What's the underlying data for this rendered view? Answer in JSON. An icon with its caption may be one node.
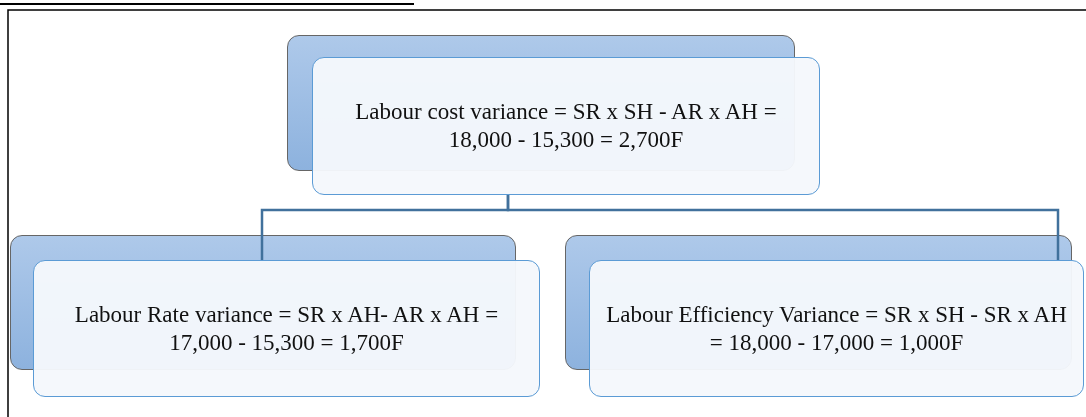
{
  "diagram": {
    "nodes": [
      {
        "text": [
          "Labour cost variance = SR x SH - AR x AH = 18,000 - 15,300 = 2,700F"
        ]
      },
      {
        "text": [
          "Labour Rate variance = SR x AH- AR x AH = 17,000 - 15,300 = 1,700F"
        ]
      },
      {
        "text": [
          "Labour Efficiency Variance = SR x SH - SR x AH = 18,000 - 17,000 = 1,000F"
        ]
      }
    ],
    "edges": [
      {
        "from": 0,
        "to": 1,
        "arrow": "none"
      },
      {
        "from": 0,
        "to": 2,
        "arrow": "none"
      }
    ]
  }
}
